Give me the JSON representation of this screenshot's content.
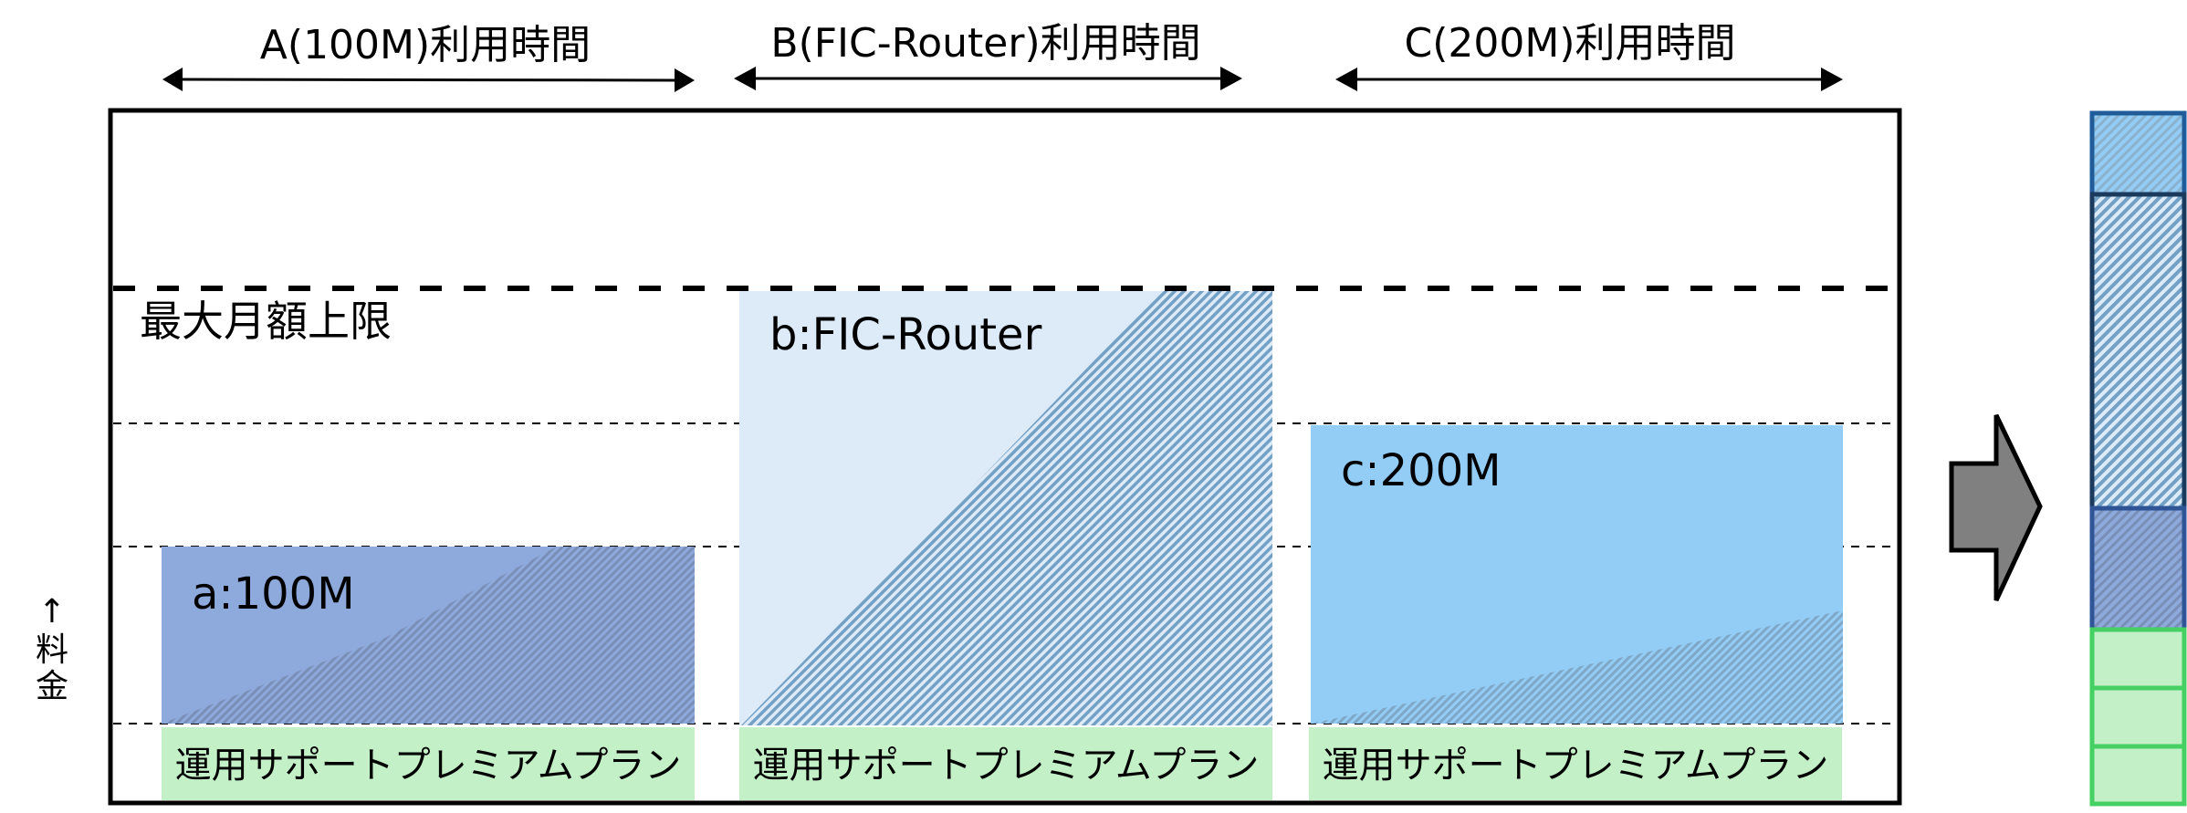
{
  "diagram": {
    "title": "料金イメージ",
    "periods": [
      {
        "key": "A",
        "label": "A(100M)利用時間"
      },
      {
        "key": "B",
        "label": "B(FIC-Router)利用時間"
      },
      {
        "key": "C",
        "label": "C(200M)利用時間"
      }
    ],
    "cap_label": "最大月額上限",
    "axis_label": {
      "arrow": "↑",
      "text1": "料",
      "text2": "金"
    },
    "boxes": [
      {
        "key": "a",
        "label": "a:100M",
        "fill": "#8EA9DB",
        "hatch_dark": "#7A8FB8",
        "hatch_light": "#8EA9DB"
      },
      {
        "key": "b",
        "label": "b:FIC-Router",
        "fill": "#DDEAF7",
        "hatch_dark": "#73A0C5",
        "hatch_light": "#DDEAF7"
      },
      {
        "key": "c",
        "label": "c:200M",
        "fill": "#93CDF5",
        "hatch_dark": "#7FA8C8",
        "hatch_light": "#93CDF5"
      }
    ],
    "plan_label": "運用サポートプレミアムプラン",
    "plan_color": "#C4F0C8",
    "result_arrow_icon": "right-arrow-icon",
    "stack": {
      "segments": [
        {
          "key": "c",
          "border": "#1F5C99"
        },
        {
          "key": "b",
          "border": "#1A3A5E"
        },
        {
          "key": "a",
          "border": "#2F5597"
        },
        {
          "key": "plan-1",
          "border": "#44D062"
        },
        {
          "key": "plan-2",
          "border": "#44D062"
        },
        {
          "key": "plan-3",
          "border": "#44D062"
        }
      ]
    }
  }
}
